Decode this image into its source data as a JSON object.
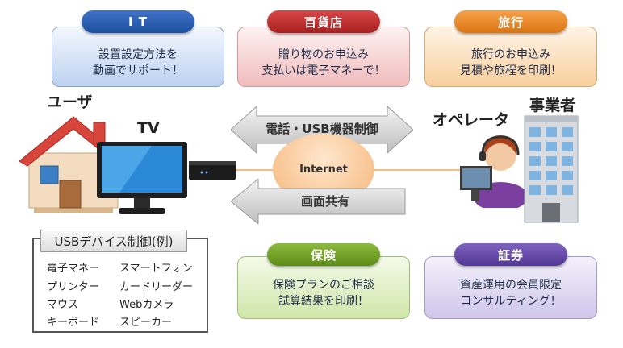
{
  "industries": {
    "it": {
      "title": "I T",
      "text": "設置設定方法を\n動画でサポート！"
    },
    "dept": {
      "title": "百貨店",
      "text": "贈り物のお申込み\n支払いは電子マネーで！"
    },
    "travel": {
      "title": "旅行",
      "text": "旅行のお申込み\n見積や旅程を印刷！"
    },
    "insurance": {
      "title": "保険",
      "text": "保険プランのご相談\n試算結果を印刷！"
    },
    "securities": {
      "title": "証券",
      "text": "資産運用の会員限定\nコンサルティング！"
    }
  },
  "labels": {
    "user": "ユーザ",
    "tv": "TV",
    "operator": "オペレータ",
    "business": "事業者",
    "internet": "Internet",
    "arrow_top": "電話・USB機器制御",
    "arrow_bottom": "画面共有"
  },
  "usb": {
    "title": "USBデバイス制御(例)",
    "devices": [
      "電子マネー",
      "スマートフォン",
      "プリンター",
      "カードリーダー",
      "マウス",
      "Webカメラ",
      "キーボード",
      "スピーカー"
    ]
  }
}
